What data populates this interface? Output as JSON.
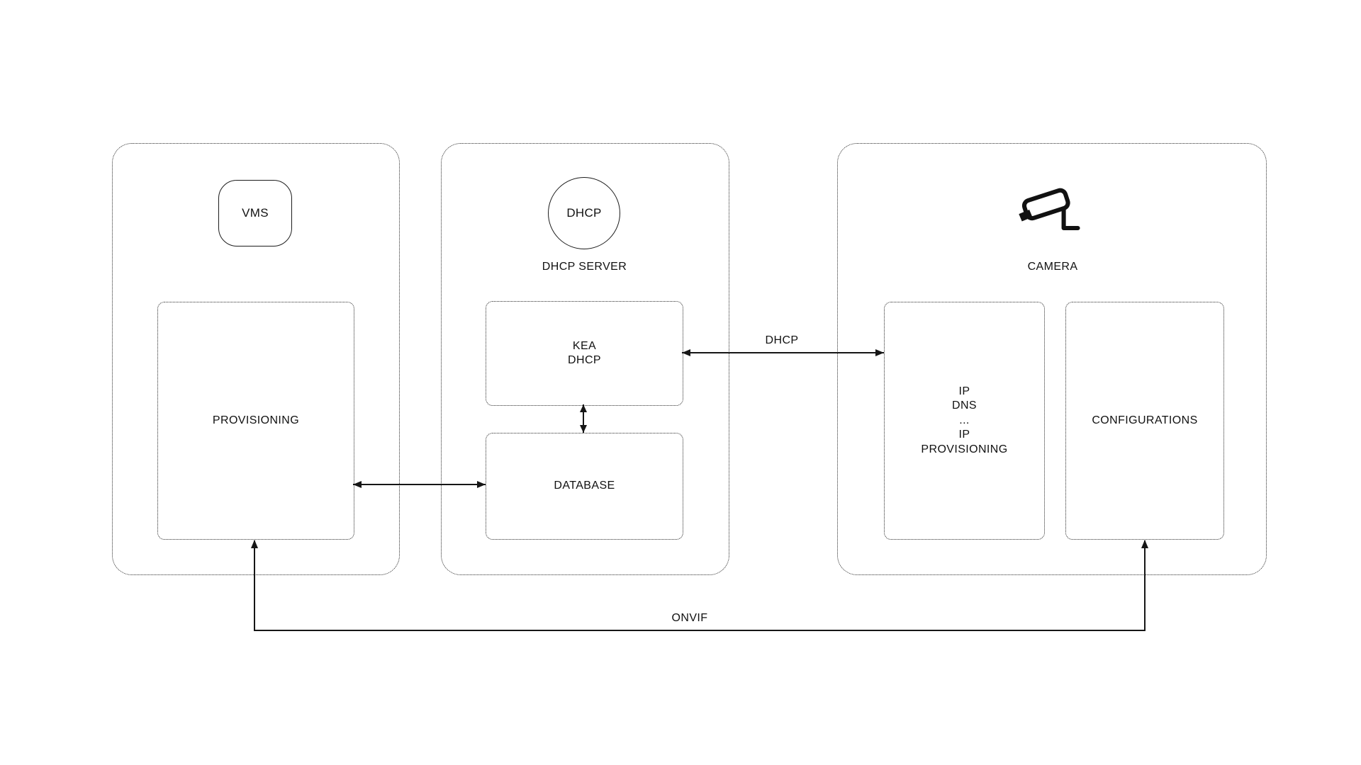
{
  "diagram": {
    "vms_group": {
      "vms_badge": "VMS",
      "provisioning_box": "PROVISIONING"
    },
    "dhcp_group": {
      "dhcp_badge": "DHCP",
      "title": "DHCP SERVER",
      "kea_box": "KEA\nDHCP",
      "database_box": "DATABASE"
    },
    "camera_group": {
      "title": "CAMERA",
      "ip_stack_box": "IP\nDNS\n...\nIP\nPROVISIONING",
      "configurations_box": "CONFIGURATIONS"
    },
    "connections": {
      "dhcp_link_label": "DHCP",
      "onvif_link_label": "ONVIF"
    },
    "colors": {
      "background": "#ffffff",
      "line": "#161616",
      "text": "#111111"
    }
  }
}
